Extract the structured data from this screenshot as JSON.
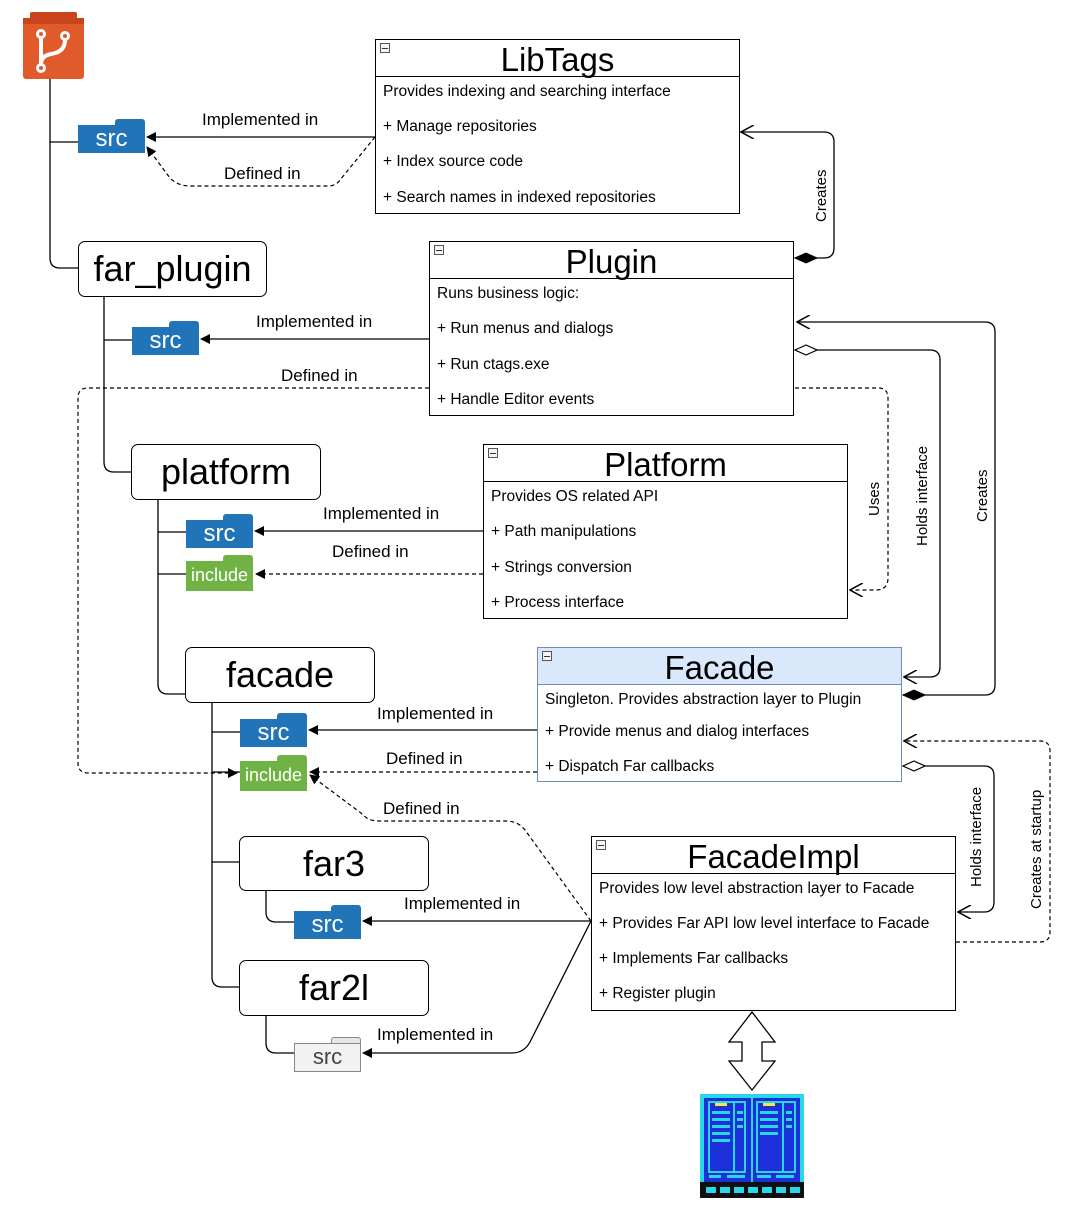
{
  "nodes": {
    "far_plugin": "far_plugin",
    "platform": "platform",
    "facade": "facade",
    "far3": "far3",
    "far2l": "far2l"
  },
  "folders": {
    "src": "src",
    "include": "include"
  },
  "classes": {
    "libtags": {
      "title": "LibTags",
      "description": "Provides indexing and searching interface",
      "items": [
        "+ Manage repositories",
        "+ Index source code",
        "+ Search names in indexed repositories"
      ]
    },
    "plugin": {
      "title": "Plugin",
      "description": "Runs business logic:",
      "items": [
        "+ Run menus and dialogs",
        "+ Run ctags.exe",
        "+ Handle Editor events"
      ]
    },
    "platform": {
      "title": "Platform",
      "description": "Provides OS related API",
      "items": [
        "+ Path manipulations",
        "+ Strings conversion",
        "+ Process interface"
      ]
    },
    "facade": {
      "title": "Facade",
      "description": "Singleton. Provides abstraction layer to Plugin",
      "items": [
        "+ Provide menus and dialog interfaces",
        "+ Dispatch Far callbacks"
      ]
    },
    "facadeimpl": {
      "title": "FacadeImpl",
      "description": "Provides low level abstraction layer to Facade",
      "items": [
        "+ Provides Far API low level interface to Facade",
        "+ Implements Far callbacks",
        "+ Register plugin"
      ]
    }
  },
  "edge_labels": {
    "implemented_in": "Implemented in",
    "defined_in": "Defined in",
    "creates": "Creates",
    "uses": "Uses",
    "holds_interface": "Holds interface",
    "creates_at_startup": "Creates at startup"
  },
  "colors": {
    "git_orange": "#e05a2b",
    "folder_blue": "#2274b8",
    "folder_green": "#70b244",
    "facade_header": "#dae8fc",
    "far_blue": "#1d2fd8",
    "far_cyan": "#28d8e8"
  },
  "icons": {
    "git": "git-branch-icon",
    "far": "far-manager-icon"
  }
}
